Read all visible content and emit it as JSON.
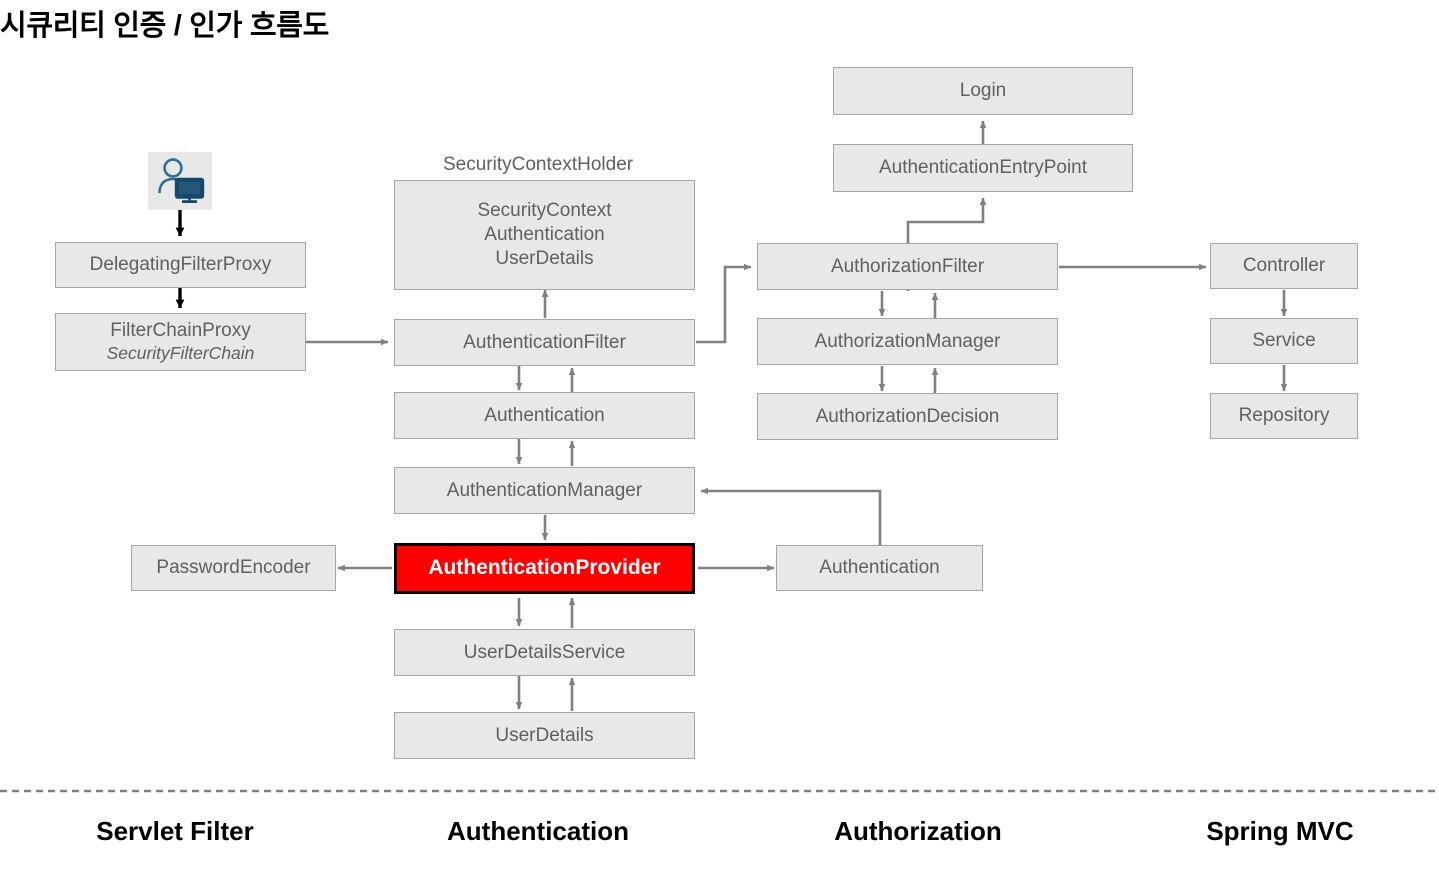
{
  "title": "시큐리티 인증 / 인가 흐름도",
  "groups": [
    {
      "label": "SecurityContextHolder"
    }
  ],
  "icons": {
    "user": "user-at-computer-icon"
  },
  "nodes": {
    "delegating_filter_proxy": "DelegatingFilterProxy",
    "filter_chain_proxy": "FilterChainProxy",
    "filter_chain_proxy_sub": "SecurityFilterChain",
    "security_context_block": "SecurityContext\nAuthentication\nUserDetails",
    "security_context_line1": "SecurityContext",
    "security_context_line2": "Authentication",
    "security_context_line3": "UserDetails",
    "authentication_filter": "AuthenticationFilter",
    "authentication_1": "Authentication",
    "authentication_manager": "AuthenticationManager",
    "password_encoder": "PasswordEncoder",
    "authentication_provider": "AuthenticationProvider",
    "authentication_2": "Authentication",
    "user_details_service": "UserDetailsService",
    "user_details": "UserDetails",
    "login": "Login",
    "authentication_entry_point": "AuthenticationEntryPoint",
    "authorization_filter": "AuthorizationFilter",
    "authorization_manager": "AuthorizationManager",
    "authorization_decision": "AuthorizationDecision",
    "controller": "Controller",
    "service": "Service",
    "repository": "Repository"
  },
  "footer": {
    "col1": "Servlet Filter",
    "col2": "Authentication",
    "col3": "Authorization",
    "col4": "Spring MVC"
  },
  "colors": {
    "node_fill": "#e8e8e8",
    "node_border": "#a6a6a6",
    "node_text": "#5f6061",
    "highlight_fill": "#fe0000",
    "highlight_border": "#000000",
    "highlight_text": "#ffffff",
    "arrow": "#808080",
    "arrow_dark": "#000000",
    "divider": "#808080",
    "icon_person": "#2e7090",
    "icon_monitor": "#13496b",
    "title_text": "#000000"
  }
}
